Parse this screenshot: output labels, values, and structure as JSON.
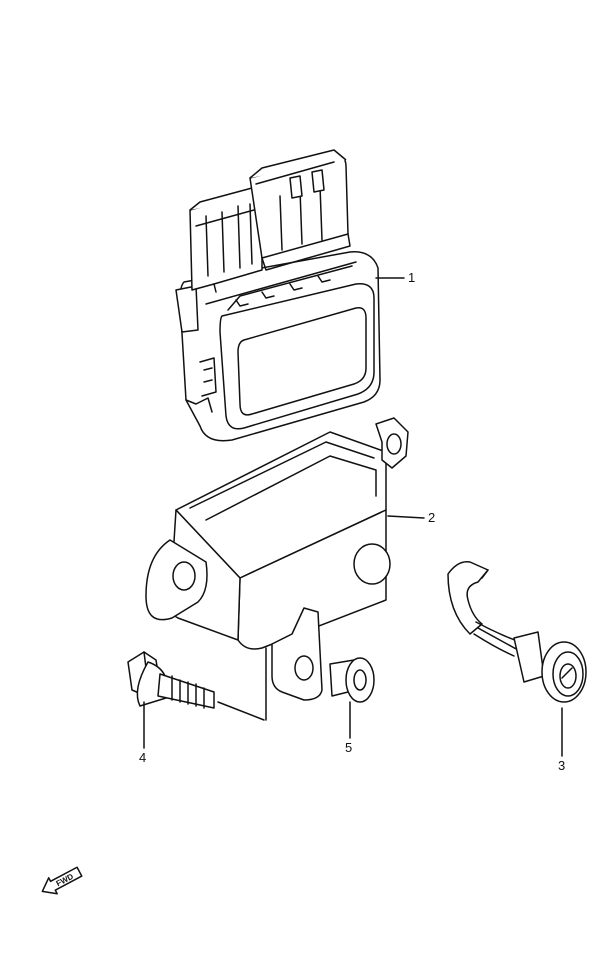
{
  "diagram": {
    "callouts": [
      {
        "id": "1",
        "label": "1"
      },
      {
        "id": "2",
        "label": "2"
      },
      {
        "id": "3",
        "label": "3"
      },
      {
        "id": "4",
        "label": "4"
      },
      {
        "id": "5",
        "label": "5"
      }
    ],
    "direction_marker": {
      "label": "FWD",
      "icon": "forward-arrow-icon"
    }
  }
}
